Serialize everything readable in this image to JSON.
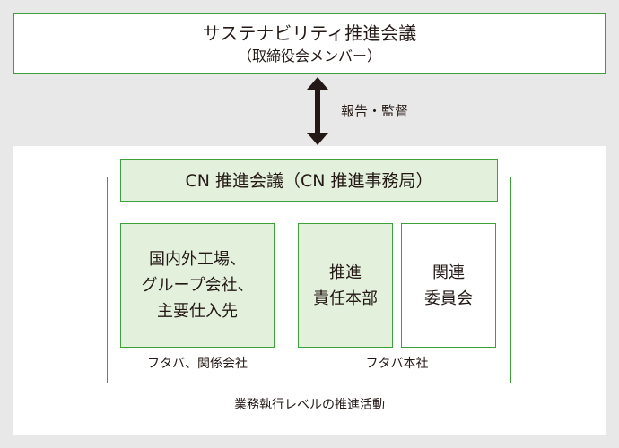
{
  "top": {
    "title": "サステナビリティ推進会議",
    "subtitle": "（取締役会メンバー）"
  },
  "connector": {
    "label": "報告・監督"
  },
  "cn_meeting": {
    "label": "CN 推進会議（CN 推進事務局）"
  },
  "units": [
    {
      "lines": [
        "国内外工場、",
        "グループ会社、",
        "主要仕入先"
      ]
    },
    {
      "lines": [
        "推進",
        "責任本部"
      ]
    },
    {
      "lines": [
        "関連",
        "委員会"
      ]
    }
  ],
  "captions": {
    "left": "フタバ、関係会社",
    "right": "フタバ本社"
  },
  "footer": {
    "label": "業務執行レベルの推進活動"
  },
  "colors": {
    "accent_green": "#3ea03a",
    "light_green_fill": "#e3f0dc",
    "background_gray": "#e8e8e8",
    "text": "#231815"
  }
}
